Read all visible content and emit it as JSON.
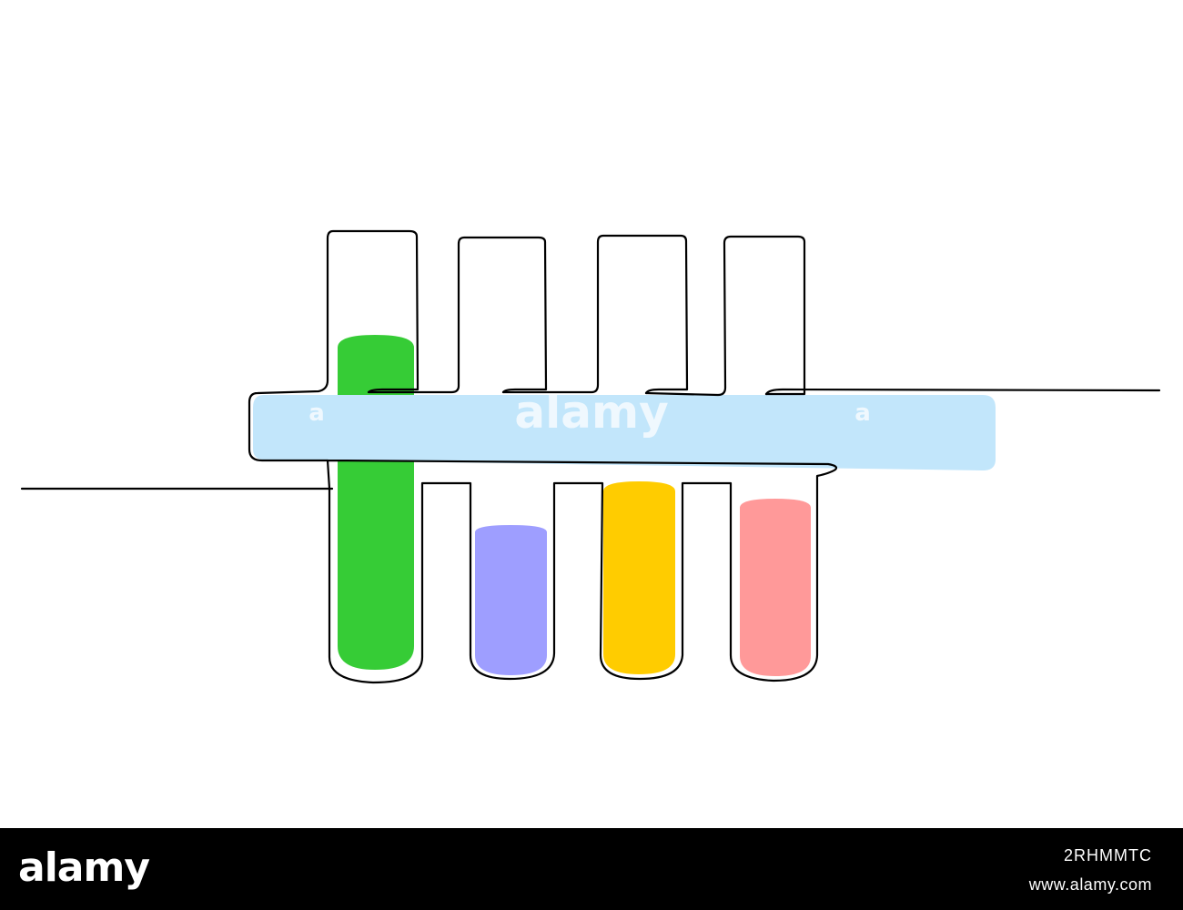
{
  "illustration": {
    "rack_color": "#C2E6FB",
    "line_color": "#000000",
    "tubes": [
      {
        "name": "tube-green",
        "liquid_color": "#36CC36"
      },
      {
        "name": "tube-purple",
        "liquid_color": "#9E9EFF"
      },
      {
        "name": "tube-yellow",
        "liquid_color": "#FFCC00"
      },
      {
        "name": "tube-pink",
        "liquid_color": "#FF9999"
      }
    ],
    "watermark": {
      "center": "alamy",
      "left_small": "a",
      "right_small": "a"
    }
  },
  "footer": {
    "logo": "alamy",
    "image_id": "2RHMMTC",
    "url": "www.alamy.com",
    "background": "#000000"
  }
}
